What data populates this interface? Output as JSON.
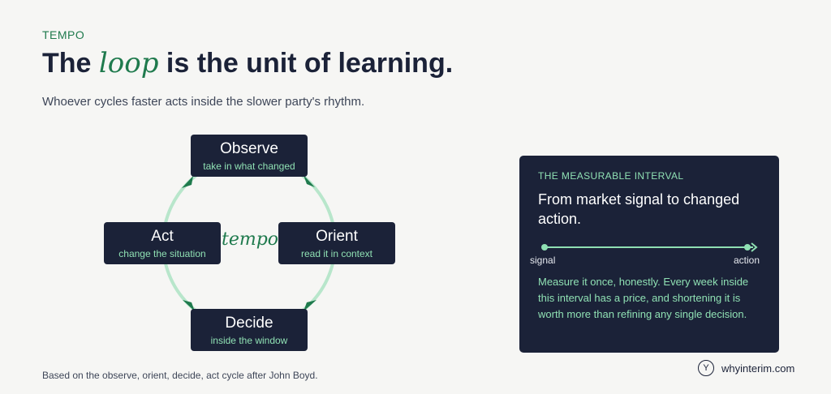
{
  "header": {
    "eyebrow": "TEMPO",
    "headline_before": "The ",
    "headline_accent": "loop",
    "headline_after": " is the unit of learning.",
    "subtitle": "Whoever cycles faster acts inside the slower party's rhythm."
  },
  "loop": {
    "center": "tempo",
    "nodes": [
      {
        "title": "Observe",
        "subtitle": "take in what changed"
      },
      {
        "title": "Orient",
        "subtitle": "read it in context"
      },
      {
        "title": "Decide",
        "subtitle": "inside the window"
      },
      {
        "title": "Act",
        "subtitle": "change the situation"
      }
    ]
  },
  "card": {
    "label": "THE MEASURABLE INTERVAL",
    "title": "From market signal to changed action.",
    "start_label": "signal",
    "end_label": "action",
    "body": "Measure it once, honestly. Every week inside this interval has a price, and shortening it is worth more than refining any single decision."
  },
  "footnote": "Based on the observe, orient, decide, act cycle after John Boyd.",
  "brand": {
    "badge": "Y",
    "name": "whyinterim.com"
  },
  "colors": {
    "navy": "#1b2238",
    "green": "#1f7a4d",
    "mint": "#8fe0b3",
    "ring": "#b8e6cb",
    "background": "#f6f6f4"
  }
}
